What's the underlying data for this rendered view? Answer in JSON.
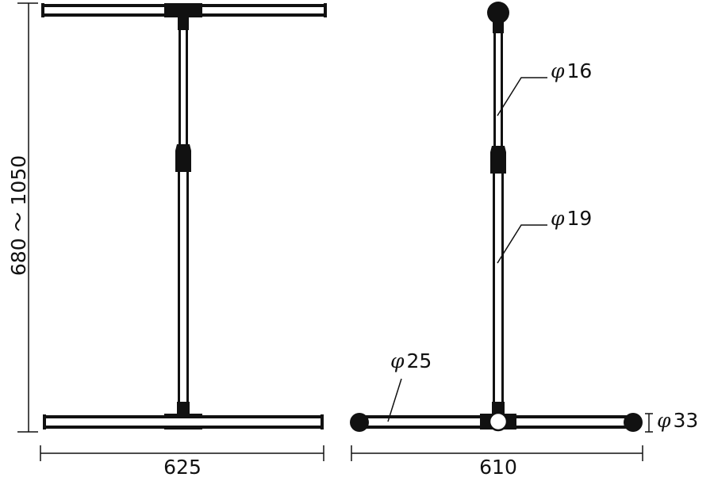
{
  "dimensions": {
    "height_range": "680 ～ 1050",
    "front_width": "625",
    "side_width": "610"
  },
  "diameters": {
    "phi_symbol": "φ",
    "upper_pole": "16",
    "lower_pole": "19",
    "base_bar": "25",
    "foot": "33"
  },
  "colors": {
    "line": "#111111",
    "background": "#ffffff"
  }
}
